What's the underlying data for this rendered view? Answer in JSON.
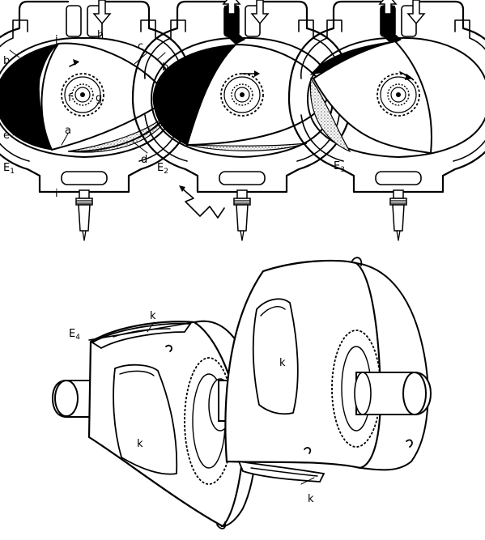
{
  "colors": {
    "ink": "#000000",
    "paper": "#ffffff",
    "shade": "#8a8a8a"
  },
  "panels": [
    {
      "id": "E1",
      "letter": "E",
      "subscript": "1"
    },
    {
      "id": "E2",
      "letter": "E",
      "subscript": "2"
    },
    {
      "id": "E3",
      "letter": "E",
      "subscript": "3"
    },
    {
      "id": "E4",
      "letter": "E",
      "subscript": "4"
    }
  ],
  "callouts": {
    "a": "a",
    "b_left": "b",
    "b_right": "b",
    "c": "c",
    "d": "d",
    "e": "e",
    "f": "f",
    "g": "g",
    "h": "h",
    "i": "i",
    "j": "j",
    "k_top": "k",
    "k_front": "k",
    "k_right_face": "k",
    "k_bottom": "k"
  },
  "icons": {
    "flow_in": "down-arrow-icon",
    "flow_out": "up-arrow-icon",
    "spark": "spark-icon",
    "rotation": "rotation-arrow-icon"
  }
}
